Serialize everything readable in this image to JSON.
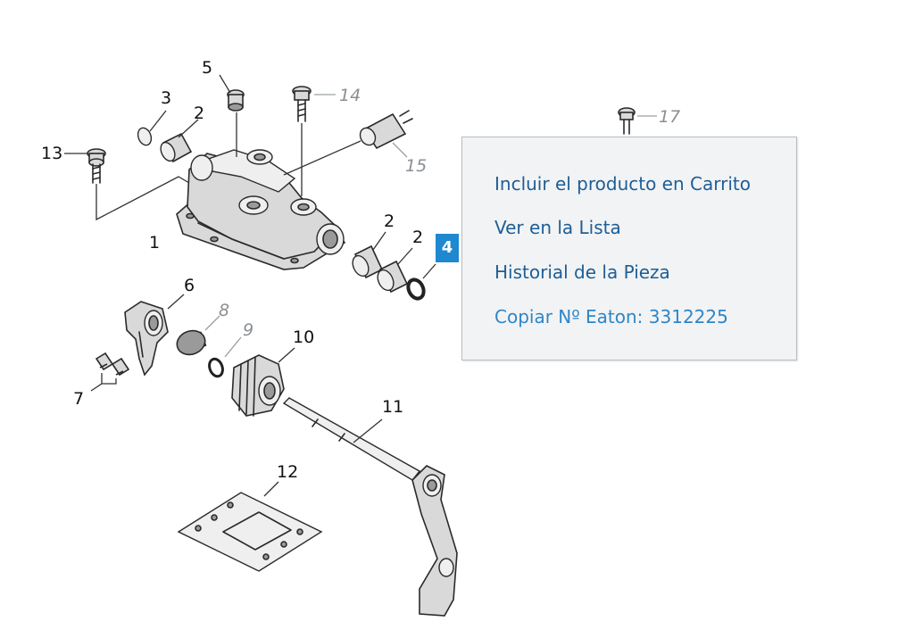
{
  "top_strip_text": "",
  "diagram": {
    "callouts": [
      {
        "id": "1",
        "label": "1",
        "state": "normal"
      },
      {
        "id": "2a",
        "label": "2",
        "state": "normal"
      },
      {
        "id": "2b",
        "label": "2",
        "state": "normal"
      },
      {
        "id": "2c",
        "label": "2",
        "state": "normal"
      },
      {
        "id": "3",
        "label": "3",
        "state": "normal"
      },
      {
        "id": "4",
        "label": "4",
        "state": "selected"
      },
      {
        "id": "5",
        "label": "5",
        "state": "normal"
      },
      {
        "id": "6",
        "label": "6",
        "state": "normal"
      },
      {
        "id": "7",
        "label": "7",
        "state": "normal"
      },
      {
        "id": "8",
        "label": "8",
        "state": "unavailable"
      },
      {
        "id": "9",
        "label": "9",
        "state": "unavailable"
      },
      {
        "id": "10",
        "label": "10",
        "state": "normal"
      },
      {
        "id": "11",
        "label": "11",
        "state": "normal"
      },
      {
        "id": "12",
        "label": "12",
        "state": "normal"
      },
      {
        "id": "13",
        "label": "13",
        "state": "normal"
      },
      {
        "id": "14",
        "label": "14",
        "state": "unavailable"
      },
      {
        "id": "15",
        "label": "15",
        "state": "unavailable"
      },
      {
        "id": "17",
        "label": "17",
        "state": "unavailable"
      }
    ]
  },
  "context_menu": {
    "items": [
      {
        "label": "Incluir el producto en Carrito"
      },
      {
        "label": "Ver en la Lista"
      },
      {
        "label": "Historial de la Pieza"
      },
      {
        "label": "Copiar Nº Eaton: 3312225"
      }
    ]
  },
  "colors": {
    "selected_callout": "#1e88d0",
    "menu_link": "#1e5e96",
    "menu_link_accent": "#2e86c8",
    "unavailable_callout": "#8a8f94"
  }
}
